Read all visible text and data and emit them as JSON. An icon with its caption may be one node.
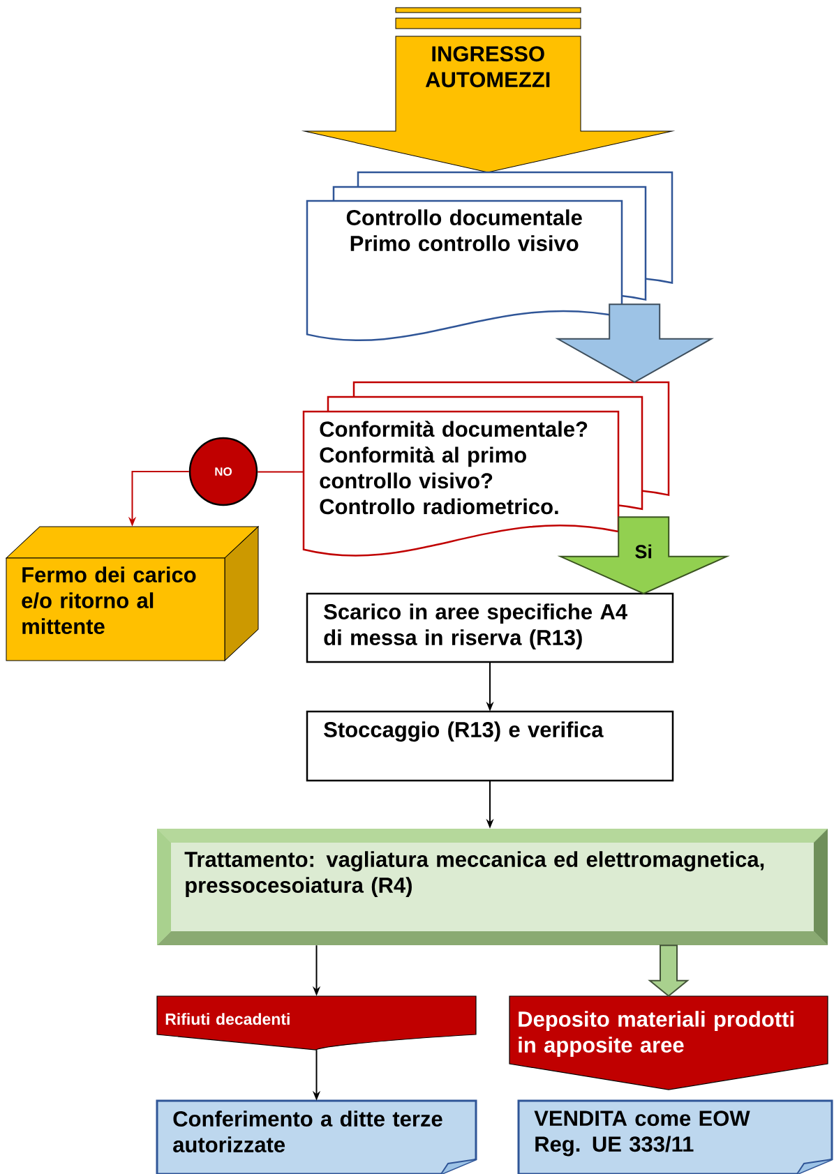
{
  "diagram": {
    "nodes": [
      {
        "text": [
          "INGRESSO AUTOMEZZI"
        ]
      },
      {
        "text": [
          "Controllo documentale Primo controllo visivo"
        ]
      },
      {
        "text": [
          "Conformità documentale? Conformità al primo controllo visivo? Controllo radiometrico."
        ]
      },
      {
        "text": [
          "NO"
        ]
      },
      {
        "text": [
          "Fermo dei carico e/o ritorno al mittente"
        ]
      },
      {
        "text": [
          "Scarico in aree specifiche A4 di messa in riserva (R13)"
        ]
      },
      {
        "text": [
          "Stoccaggio (R13) e verifica"
        ]
      },
      {
        "text": [
          "Trattamento: vagliatura meccanica ed elettromagnetica, pressocesoiatura (R4)"
        ]
      },
      {
        "text": [
          "Rifiuti decadenti"
        ]
      },
      {
        "text": [
          "Deposito materiali prodotti in apposite aree"
        ]
      },
      {
        "text": [
          "Conferimento a ditte terze autorizzate"
        ]
      },
      {
        "text": [
          "VENDITA come EOW Reg. UE 333/11"
        ]
      }
    ],
    "edges": [
      {
        "from": 1,
        "to": 2,
        "arrow": "to",
        "style": "thick",
        "color": "#9dc3e6"
      },
      {
        "from": 2,
        "to": 5,
        "arrow": "to",
        "style": "thick",
        "color": "#92d050",
        "label": "Si"
      },
      {
        "from": 2,
        "to": 3,
        "arrow": "none",
        "color": "#c00000"
      },
      {
        "from": 3,
        "to": 4,
        "arrow": "to",
        "color": "#c00000"
      },
      {
        "from": 5,
        "to": 6,
        "arrow": "to"
      },
      {
        "from": 6,
        "to": 7,
        "arrow": "to"
      },
      {
        "from": 7,
        "to": 8,
        "arrow": "to"
      },
      {
        "from": 7,
        "to": 9,
        "arrow": "to",
        "style": "thick",
        "color": "#a9d18e"
      },
      {
        "from": 8,
        "to": 10,
        "arrow": "to"
      }
    ]
  }
}
